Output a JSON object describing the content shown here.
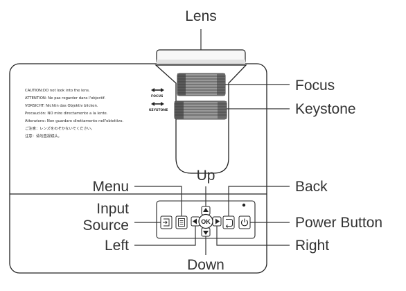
{
  "callouts": {
    "lens": "Lens",
    "focus": "Focus",
    "keystone": "Keystone",
    "up": "Up",
    "menu": "Menu",
    "back": "Back",
    "input_line1": "Input",
    "input_line2": "Source",
    "power": "Power Button",
    "left": "Left",
    "right": "Right",
    "down": "Down"
  },
  "caution": [
    "CAUTION:DO not look into the lens.",
    "ATTENTION: Ne pas regarder dans l'objectif.",
    "VORSICHT: Nichtin das Objektiv blicken.",
    "Precaución: NO mire directamente a la lente.",
    "Attenzione: Non guardare direttamente nell'obiettivo.",
    "ご注意：レンズをのぞかないでください。",
    "注意：请勿直视镜头。"
  ],
  "body_labels": {
    "focus_small": "FOCUS",
    "keystone_small": "KEYSTONE",
    "ok": "OK"
  },
  "icons": [
    "input-source-icon",
    "menu-icon",
    "back-icon",
    "power-icon",
    "arrow-up-icon",
    "arrow-down-icon",
    "arrow-left-icon",
    "arrow-right-icon"
  ]
}
